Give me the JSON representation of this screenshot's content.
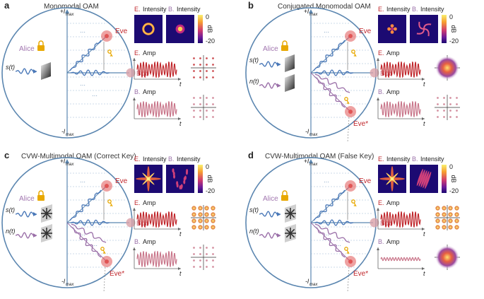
{
  "panels": [
    {
      "letter": "a",
      "title": "Monomodal OAM",
      "mode": "mono",
      "axis_top": "+l",
      "axis_bottom": "-l",
      "axis_sub": "max",
      "alice": "Alice",
      "s_label": "s(t)",
      "n_label": "",
      "eve": "Eve",
      "eve_star": "",
      "bob": "Bob",
      "int_e_prefix": "E.",
      "int_b_prefix": "B.",
      "int_word": "Intensity",
      "amp_e_prefix": "E.",
      "amp_b_prefix": "B.",
      "amp_word": "Amp",
      "t_label": "t",
      "cb_top": "0",
      "cb_bottom": "-20",
      "cb_unit": "dB",
      "e_int_pattern": "ring",
      "b_int_pattern": "spot",
      "e_const": "grid-sparse",
      "b_const": "cross",
      "b_amp_style": "full"
    },
    {
      "letter": "b",
      "title": "Conjugated Monomodal OAM",
      "mode": "conj",
      "axis_top": "+l",
      "axis_bottom": "-l",
      "axis_sub": "max",
      "alice": "Alice",
      "s_label": "s(t)",
      "n_label": "n(t)",
      "eve": "Eve",
      "eve_star": "Eve*",
      "bob": "Bob",
      "int_e_prefix": "E.",
      "int_b_prefix": "B.",
      "int_word": "Intensity",
      "amp_e_prefix": "E.",
      "amp_b_prefix": "B.",
      "amp_word": "Amp",
      "t_label": "t",
      "cb_top": "0",
      "cb_bottom": "-20",
      "cb_unit": "dB",
      "e_int_pattern": "clover",
      "b_int_pattern": "swirl",
      "e_const": "cloud",
      "b_const": "cross",
      "b_amp_style": "full"
    },
    {
      "letter": "c",
      "title": "CVW-Multimodal OAM (Correct Key)",
      "mode": "multi",
      "axis_top": "+l",
      "axis_bottom": "-l",
      "axis_sub": "max",
      "alice": "Alice",
      "s_label": "s(t)",
      "n_label": "n(t)",
      "eve": "Eve",
      "eve_star": "Eve*",
      "bob": "Bob",
      "int_e_prefix": "E.",
      "int_b_prefix": "B.",
      "int_word": "Intensity",
      "amp_e_prefix": "E.",
      "amp_b_prefix": "B.",
      "amp_word": "Amp",
      "t_label": "t",
      "cb_top": "0",
      "cb_bottom": "-20",
      "cb_unit": "dB",
      "e_int_pattern": "star",
      "b_int_pattern": "scatter",
      "e_const": "grid-dense",
      "b_const": "cross",
      "b_amp_style": "full"
    },
    {
      "letter": "d",
      "title": "CVW-Multimodal OAM (False Key)",
      "mode": "multi",
      "axis_top": "+l",
      "axis_bottom": "-l",
      "axis_sub": "max",
      "alice": "Alice",
      "s_label": "s(t)",
      "n_label": "n(t)",
      "eve": "Eve",
      "eve_star": "Eve*",
      "bob": "Bob",
      "int_e_prefix": "E.",
      "int_b_prefix": "B.",
      "int_word": "Intensity",
      "amp_e_prefix": "E.",
      "amp_b_prefix": "B.",
      "amp_word": "Amp",
      "t_label": "t",
      "cb_top": "0",
      "cb_bottom": "-20",
      "cb_unit": "dB",
      "e_int_pattern": "star",
      "b_int_pattern": "streak",
      "e_const": "grid-dense",
      "b_const": "cloud",
      "b_amp_style": "weak"
    }
  ],
  "colors": {
    "circle": "#5b86b0",
    "axis": "#5b86b0",
    "signal_blue": "#4a78b8",
    "signal_purple": "#9a6fa8",
    "eve": "#e05555",
    "eve_text": "#c0262b",
    "bob": "#d9a0a8",
    "bob_text": "#c96f7f",
    "alice_text": "#a277b0",
    "e_amp_red": "#c0262b",
    "b_amp_pink": "#c9768a",
    "key": "#e8a800",
    "title": "#333333"
  }
}
